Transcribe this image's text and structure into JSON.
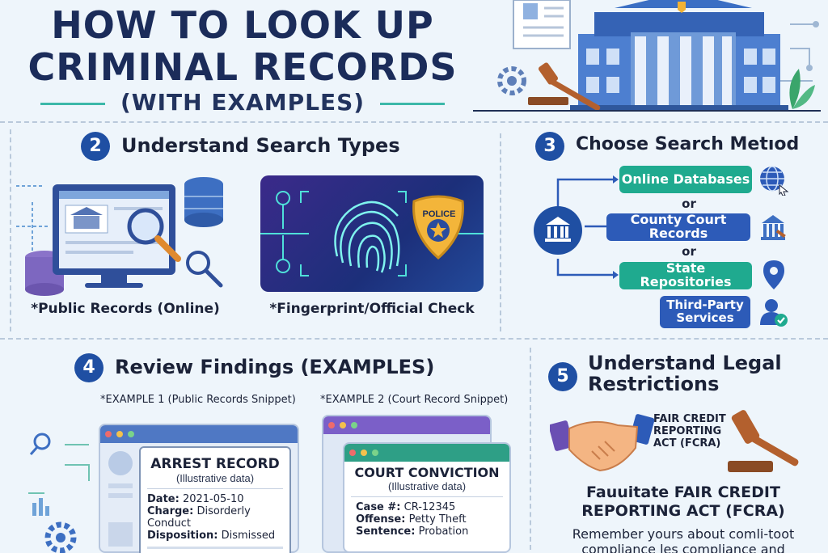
{
  "title": {
    "line1": "HOW TO LOOK UP",
    "line2": "CRIMINAL RECORDS",
    "line3": "(WITH EXAMPLES)"
  },
  "section2": {
    "number": "2",
    "title": "Understand Search Types",
    "caption_left": "*Public Records (Online)",
    "caption_right": "*Fingerprint/Official Check",
    "badge_text": "POLICE"
  },
  "section3": {
    "number": "3",
    "title": "Choose Search Metıod",
    "options": [
      "Online Databases",
      "County Court Records",
      "State Repositories",
      "Third-Party Services"
    ],
    "or_label": "or"
  },
  "section4": {
    "number": "4",
    "title": "Review Findings (EXAMPLES)",
    "example1": {
      "label": "*EXAMPLE 1 (Public Records Snippet)",
      "card_title": "ARREST RECORD",
      "card_sub": "(Illustrative data)",
      "fields": [
        {
          "key": "Date:",
          "value": "2021-05-10"
        },
        {
          "key": "Charge:",
          "value": "Disorderly Conduct"
        },
        {
          "key": "Disposition:",
          "value": "Dismissed"
        }
      ]
    },
    "example2": {
      "label": "*EXAMPLE 2 (Court Record Snippet)",
      "card_title": "COURT CONVICTION",
      "card_sub": "(Illustrative data)",
      "fields": [
        {
          "key": "Case #:",
          "value": "CR-12345"
        },
        {
          "key": "Offense:",
          "value": "Petty Theft"
        },
        {
          "key": "Sentence:",
          "value": "Probation"
        }
      ]
    }
  },
  "section5": {
    "number": "5",
    "title_line1": "Understand Legal",
    "title_line2": "Restrictions",
    "fcra_small_1": "FAIR CREDIT",
    "fcra_small_2": "REPORTING",
    "fcra_small_3": "ACT (FCRA)",
    "fcra_big_1": "Fauuitate FAIR CREDIT",
    "fcra_big_2": "REPORTING ACT (FCRA)",
    "body_1": "Remember yours about comli-toot",
    "body_2": "compliance les compliance and"
  },
  "colors": {
    "navy": "#1b2c5a",
    "blue": "#2d5bb8",
    "teal": "#1faa8f",
    "circle": "#1f4fa3",
    "background": "#eef5fb"
  }
}
